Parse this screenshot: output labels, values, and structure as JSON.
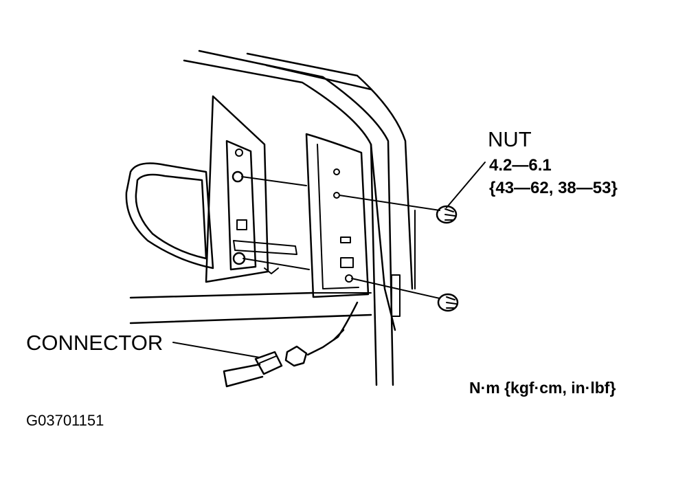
{
  "labels": {
    "nut_title": "NUT",
    "nut_torque_nm": "4.2—6.1",
    "nut_torque_alt": "{43—62, 38—53}",
    "connector": "CONNECTOR",
    "units": "N·m {kgf·cm, in·lbf}",
    "figure_code": "G03701151"
  },
  "colors": {
    "ink": "#000000",
    "paper": "#ffffff"
  }
}
